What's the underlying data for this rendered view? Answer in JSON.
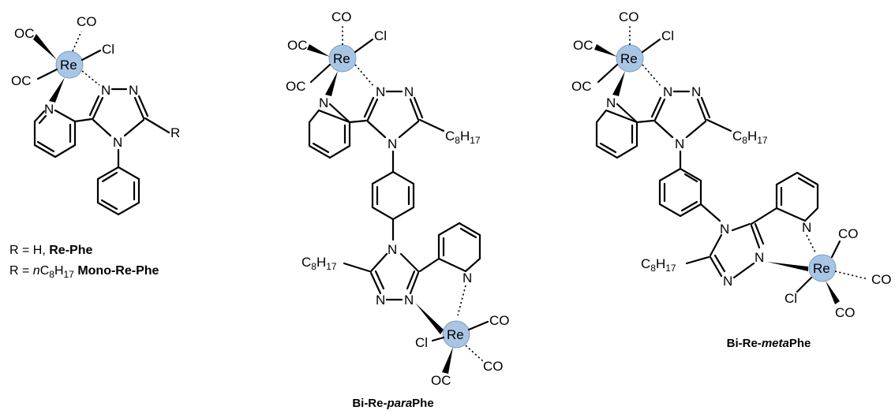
{
  "atoms": {
    "re": "Re",
    "cl": "Cl",
    "co": "CO",
    "oc": "OC",
    "n": "N",
    "r": "R",
    "c": "C",
    "h": "H",
    "sub8": "8",
    "sub17": "17"
  },
  "legend": {
    "line1_prefix": "R = H, ",
    "line1_name": "Re-Phe",
    "line2_prefix": "R = ",
    "line2_n": "n",
    "line2_mid": "C",
    "line2_sub1": "8",
    "line2_h": "H",
    "line2_sub2": "17",
    "line2_name": "Mono-Re-Phe"
  },
  "captions": {
    "para_prefix": "Bi-Re-",
    "para_italic": "para",
    "para_suffix": "Phe",
    "meta_prefix": "Bi-Re-",
    "meta_italic": "meta",
    "meta_suffix": "Phe"
  },
  "colors": {
    "rhenium_highlight": "#a9c5e4",
    "bond": "#000000"
  }
}
